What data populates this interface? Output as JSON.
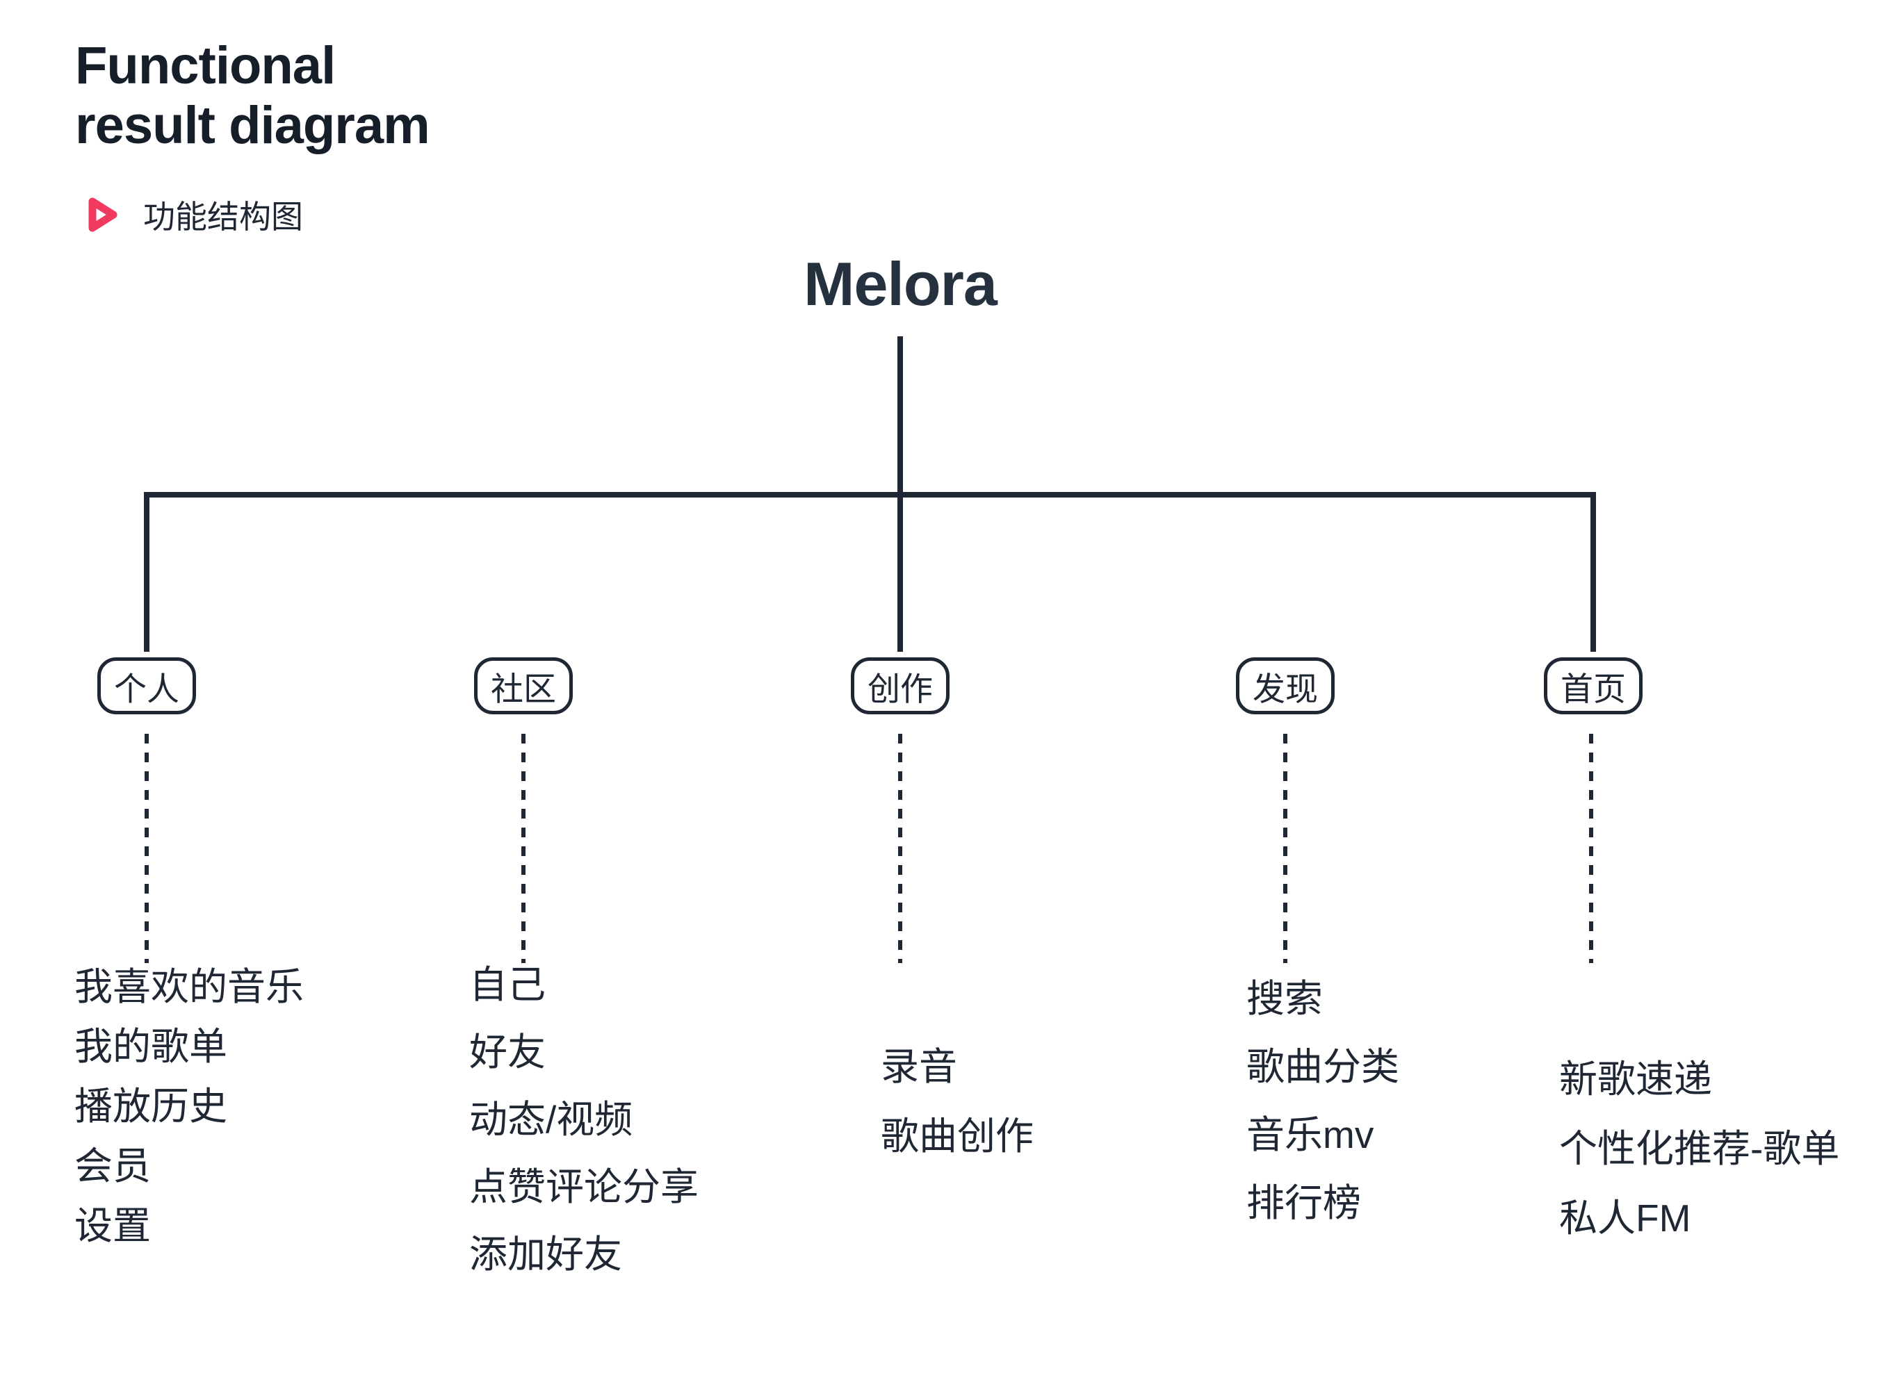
{
  "page": {
    "title": "Functional\nresult diagram",
    "subtitle": "功能结构图",
    "subtitle_icon": "play-icon"
  },
  "colors": {
    "ink": "#1E2733",
    "title": "#161E2A",
    "accent": "#F13A60",
    "background": "#FFFFFF"
  },
  "tree": {
    "root_label": "Melora",
    "branches": [
      {
        "label": "个人",
        "children": [
          "我喜欢的音乐",
          "我的歌单",
          "播放历史",
          "会员",
          "设置"
        ]
      },
      {
        "label": "社区",
        "children": [
          "自己",
          "好友",
          "动态/视频",
          "点赞评论分享",
          "添加好友"
        ]
      },
      {
        "label": "创作",
        "children": [
          "录音",
          "歌曲创作"
        ]
      },
      {
        "label": "发现",
        "children": [
          "搜索",
          "歌曲分类",
          "音乐mv",
          "排行榜"
        ]
      },
      {
        "label": "首页",
        "children": [
          "新歌速递",
          "个性化推荐-歌单",
          "私人FM"
        ]
      }
    ]
  }
}
